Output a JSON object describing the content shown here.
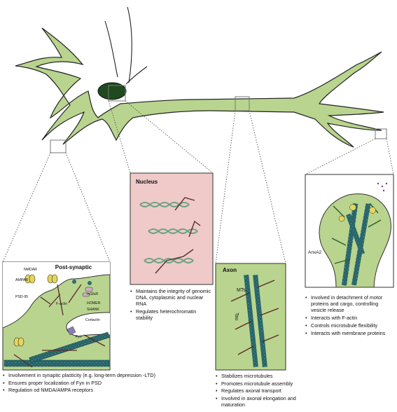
{
  "panels": {
    "post_synaptic": {
      "title": "Post-synaptic",
      "labels": [
        "NMDAR",
        "AMPAR",
        "PSD-95",
        "F-actin",
        "mGluR",
        "HOMER",
        "SHANK",
        "Cortactin",
        "Fyn"
      ],
      "bullets": [
        "Involvement in synaptic plasticity (e.g. long-term depression -LTD)",
        "Ensures proper localization of Fyn in PSD",
        "Regulation od NMDA/AMPA receptors"
      ]
    },
    "nucleus": {
      "title": "Nucleus",
      "bullets": [
        "Maintains the integrity of genomic DNA, cytoplasmic and nuclear RNA",
        "Regulates heterochromatin stability"
      ]
    },
    "axon": {
      "title": "Axon",
      "labels": [
        "MTs",
        "Tau"
      ],
      "bullets": [
        "Stabilizes microtubules",
        "Promotes microtubule assembly",
        "Regulates axonal transport",
        "Involved in axonal elongation and maturation"
      ]
    },
    "terminal": {
      "labels": [
        "AnxA2"
      ],
      "bullets": [
        "Involved in detachment of motor proteins and cargo, controlling vesicle release",
        "Interacts with F-actin",
        "Controls microtubule flexibility",
        "Interacts with membrane proteins"
      ]
    }
  },
  "colors": {
    "cytoplasm": "#b9d48e",
    "nucleus_fill": "#f0c9c9",
    "nucleus_dark": "#1f4a1f",
    "microtubule": "#2e6f74",
    "actin": "#5a2a2a"
  }
}
